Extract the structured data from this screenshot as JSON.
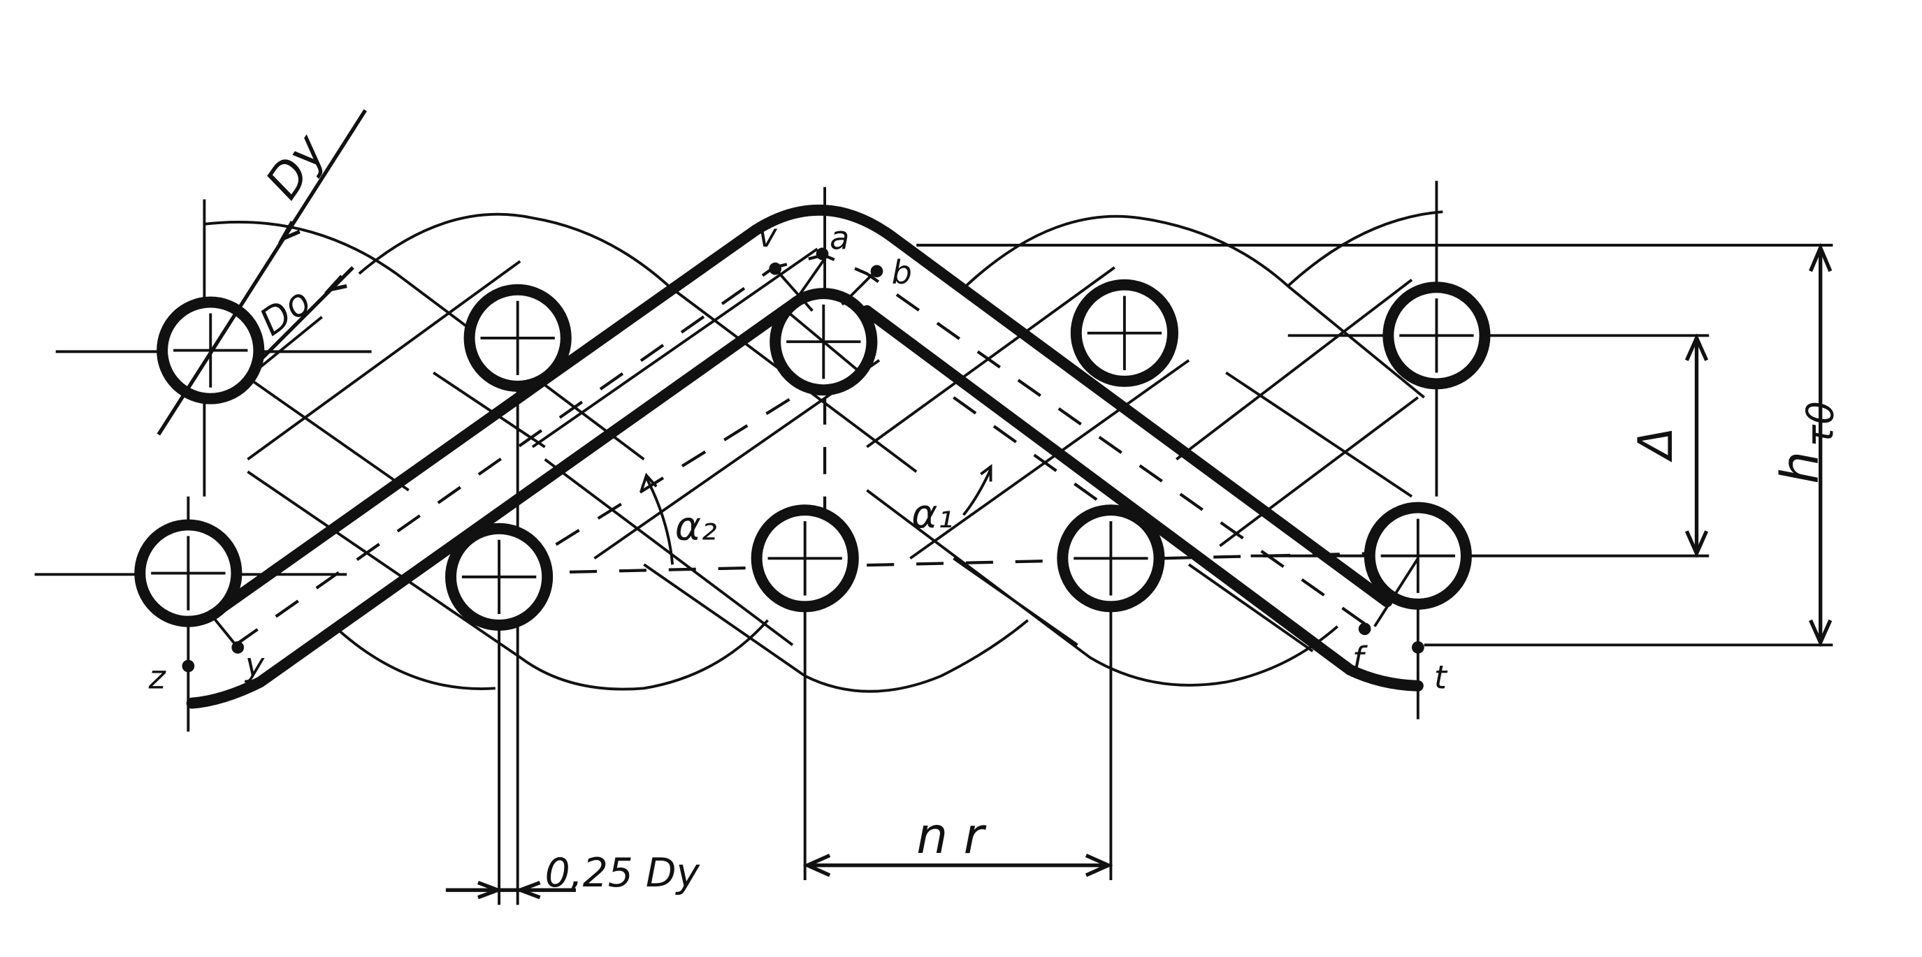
{
  "labels": {
    "d_y": "Dy",
    "d_o": "Do",
    "a": "a",
    "v": "v",
    "b": "b",
    "z": "z",
    "y": "y",
    "f": "f",
    "t": "t",
    "alpha1": "α₁",
    "alpha2": "α₂",
    "delta": "Δ",
    "h": "h",
    "h_sub": "τ0",
    "n_r": "n r",
    "quarter": "0,25 Dy"
  }
}
